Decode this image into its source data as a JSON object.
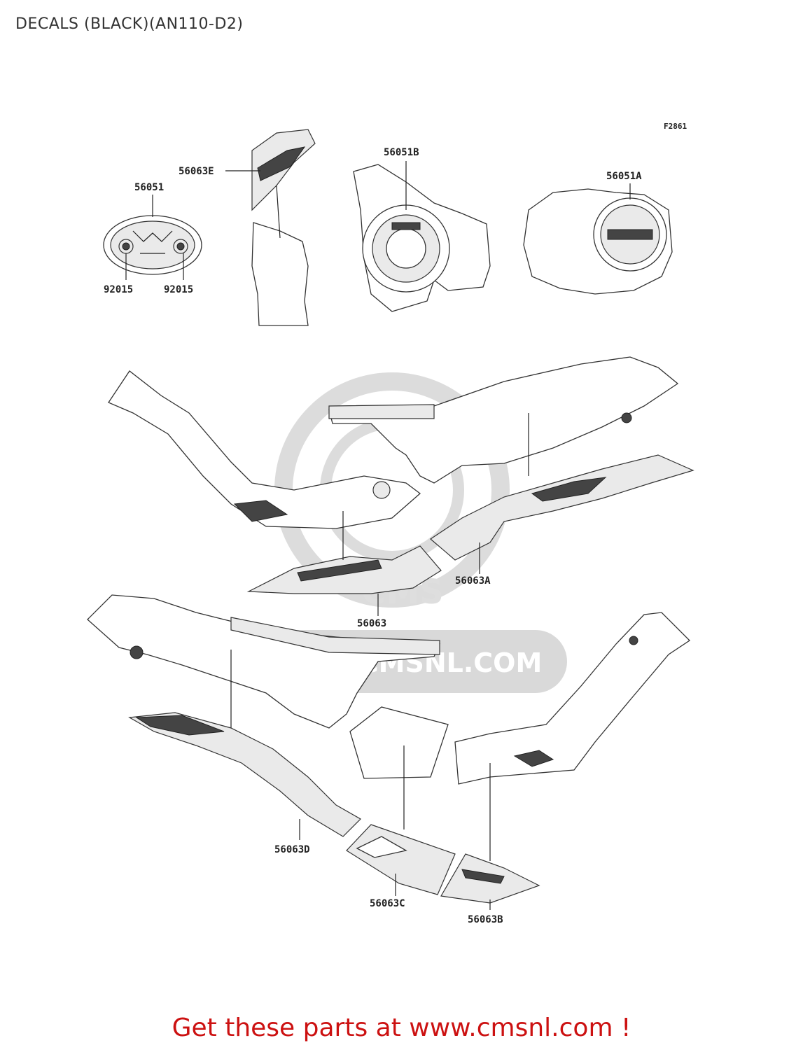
{
  "title": "DECALS (BLACK)(AN110-D2)",
  "figure_code": "F2861",
  "watermark": {
    "brand": "CMS",
    "url": "WWW.CMSNL.COM"
  },
  "parts": {
    "p56051": "56051",
    "p92015_left": "92015",
    "p92015_right": "92015",
    "p56063E": "56063E",
    "p56051B": "56051B",
    "p56051A": "56051A",
    "p56063A": "56063A",
    "p56063": "56063",
    "p56063D": "56063D",
    "p56063C": "56063C",
    "p56063B": "56063B"
  },
  "footer": "Get these parts at www.cmsnl.com !",
  "colors": {
    "footer": "#cc1111",
    "line": "#333333",
    "watermark": "#d9d9d9"
  }
}
